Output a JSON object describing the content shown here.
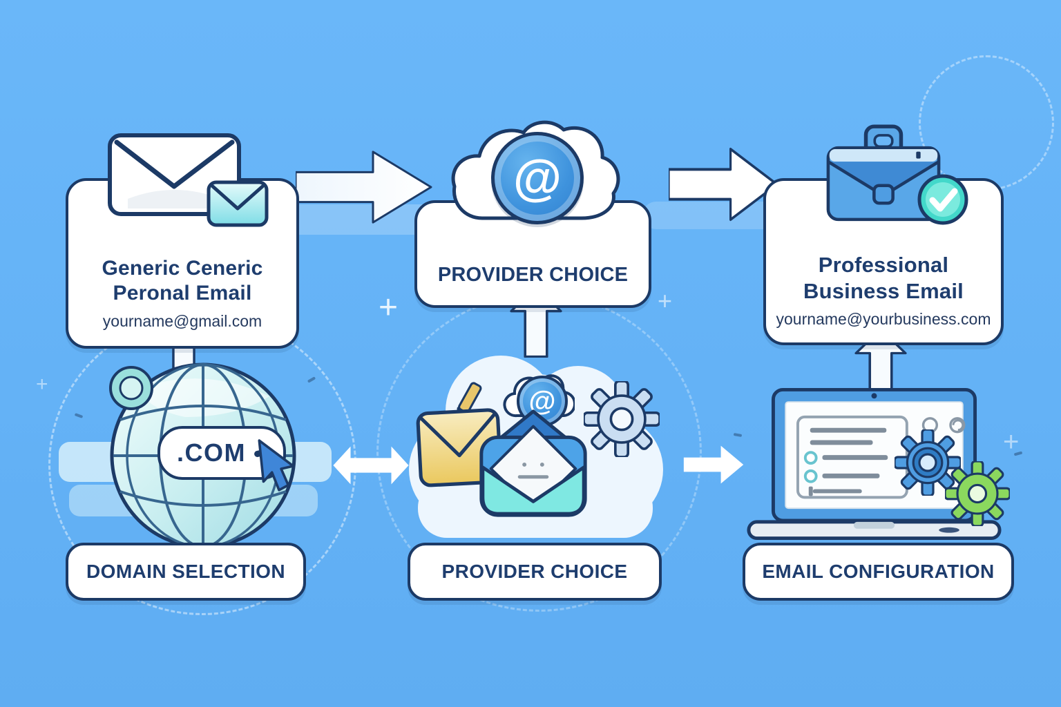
{
  "glyphs": {
    "at": "@"
  },
  "top_row": {
    "generic_card": {
      "title_line1": "Generic Ceneric",
      "title_line2": "Peronal Email",
      "email": "yourname@gmail.com"
    },
    "provider_card": {
      "title": "PROVIDER CHOICE"
    },
    "professional_card": {
      "title_line1": "Professional",
      "title_line2": "Business Email",
      "email": "yourname@yourbusiness.com"
    }
  },
  "bottom_row": {
    "domain_label": "DOMAIN SELECTION",
    "provider_label": "PROVIDER CHOICE",
    "configuration_label": "EMAIL CONFIGURATION"
  },
  "globe": {
    "domain_tag": ".COM"
  },
  "colors": {
    "background": "#64b2f6",
    "outline_navy": "#1c3a66",
    "text_navy": "#1e3d6e",
    "primary_blue": "#4f9de2",
    "accent_teal": "#43d8ca",
    "accent_yellow": "#eec963",
    "accent_green": "#8bd85e"
  }
}
